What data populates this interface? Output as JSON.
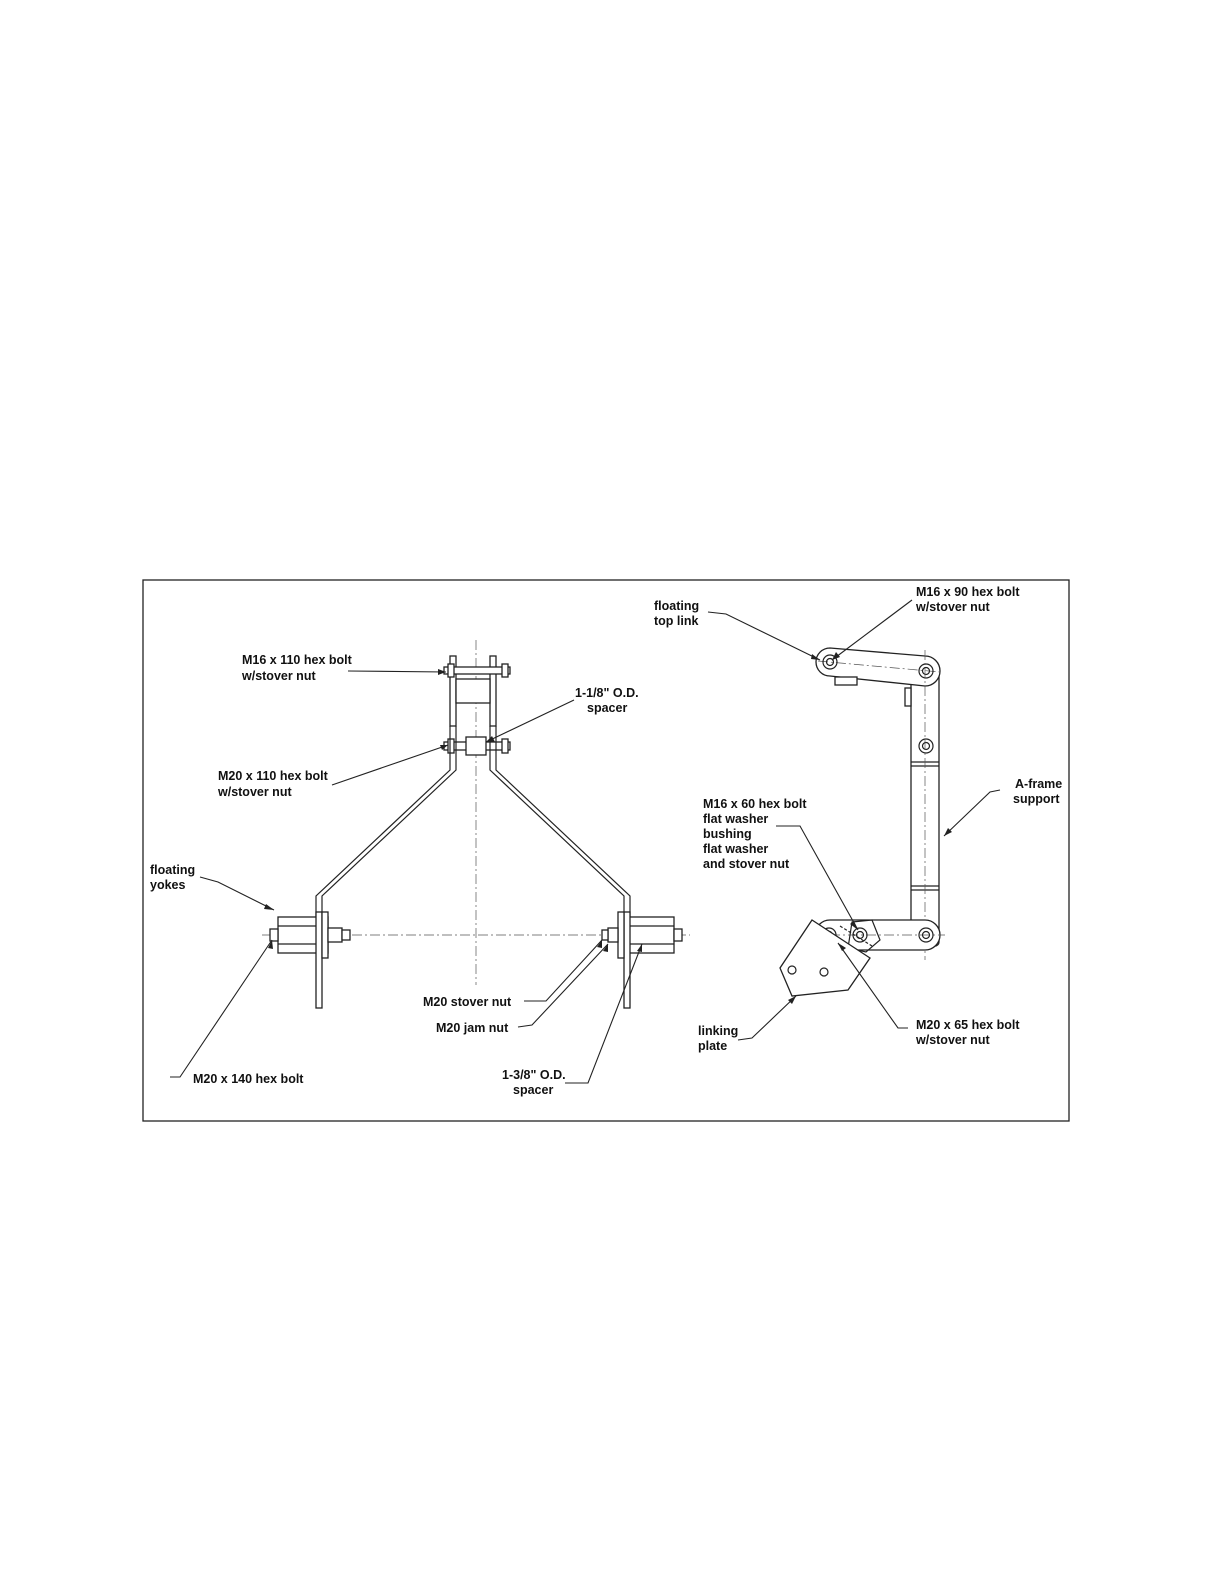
{
  "labels": {
    "m16x110": [
      "M16 x 110 hex bolt",
      "w/stover nut"
    ],
    "spacer_118": [
      "1-1/8\" O.D.",
      "spacer"
    ],
    "m20x110": [
      "M20 x 110 hex bolt",
      "w/stover nut"
    ],
    "floating_yokes": [
      "floating",
      "yokes"
    ],
    "m20_stover": [
      "M20 stover nut"
    ],
    "m20_jam": [
      "M20 jam nut"
    ],
    "m20x140": [
      "M20 x 140 hex bolt"
    ],
    "spacer_138": [
      "1-3/8\" O.D.",
      "spacer"
    ],
    "floating_top_link": [
      "floating",
      "top link"
    ],
    "m16x90": [
      "M16 x 90 hex bolt",
      "w/stover nut"
    ],
    "aframe": [
      "A-frame",
      "support"
    ],
    "m16x60": [
      "M16 x 60 hex bolt",
      "flat washer",
      "bushing",
      "flat washer",
      "and stover nut"
    ],
    "linking_plate": [
      "linking",
      "plate"
    ],
    "m20x65": [
      "M20 x 65 hex bolt",
      "w/stover nut"
    ]
  },
  "colors": {
    "line": "#222222",
    "text": "#111111",
    "background": "#ffffff"
  }
}
